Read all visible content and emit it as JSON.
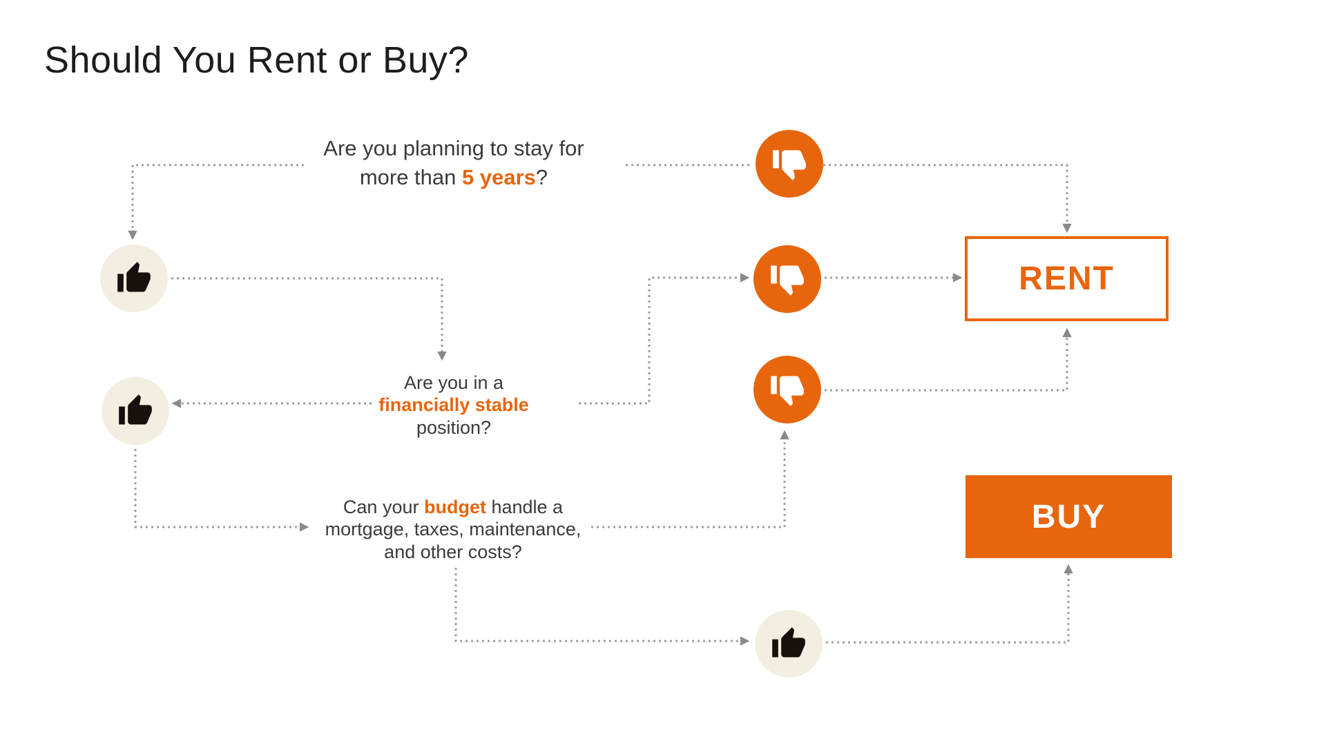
{
  "title": "Should You Rent or Buy?",
  "questions": [
    {
      "name": "question-1-stay-duration",
      "lines": [
        [
          {
            "t": "Are you planning to stay for"
          }
        ],
        [
          {
            "t": "more than "
          },
          {
            "t": "5 years",
            "hl": true
          },
          {
            "t": "?"
          }
        ]
      ]
    },
    {
      "name": "question-2-financial-stability",
      "lines": [
        [
          {
            "t": "Are you in a"
          }
        ],
        [
          {
            "t": "financially stable",
            "hl": true
          }
        ],
        [
          {
            "t": "position?"
          }
        ]
      ]
    },
    {
      "name": "question-3-budget",
      "lines": [
        [
          {
            "t": "Can your "
          },
          {
            "t": "budget",
            "hl": true
          },
          {
            "t": " handle a"
          }
        ],
        [
          {
            "t": "mortgage, taxes, maintenance,"
          }
        ],
        [
          {
            "t": "and other costs?"
          }
        ]
      ]
    }
  ],
  "outcomes": {
    "rent": "RENT",
    "buy": "BUY"
  },
  "icons": {
    "positive": "thumbs-up-icon",
    "negative": "thumbs-down-icon"
  },
  "flow_edges": [
    {
      "from": "question-1",
      "answer": "thumbs-up",
      "to": "question-2"
    },
    {
      "from": "question-1",
      "answer": "thumbs-down",
      "to": "rent"
    },
    {
      "from": "question-2",
      "answer": "thumbs-up",
      "to": "question-3"
    },
    {
      "from": "question-2",
      "answer": "thumbs-down",
      "to": "rent"
    },
    {
      "from": "question-3",
      "answer": "thumbs-down",
      "to": "rent"
    },
    {
      "from": "question-3",
      "answer": "thumbs-up",
      "to": "buy"
    }
  ],
  "colors": {
    "accent_orange": "#E7650D",
    "cream": "#F2EFE2",
    "dotted_line": "#9E9E9E",
    "arrow": "#8A8A8A",
    "question_text": "#3A3A3A",
    "title_text": "#1D1D1B"
  }
}
